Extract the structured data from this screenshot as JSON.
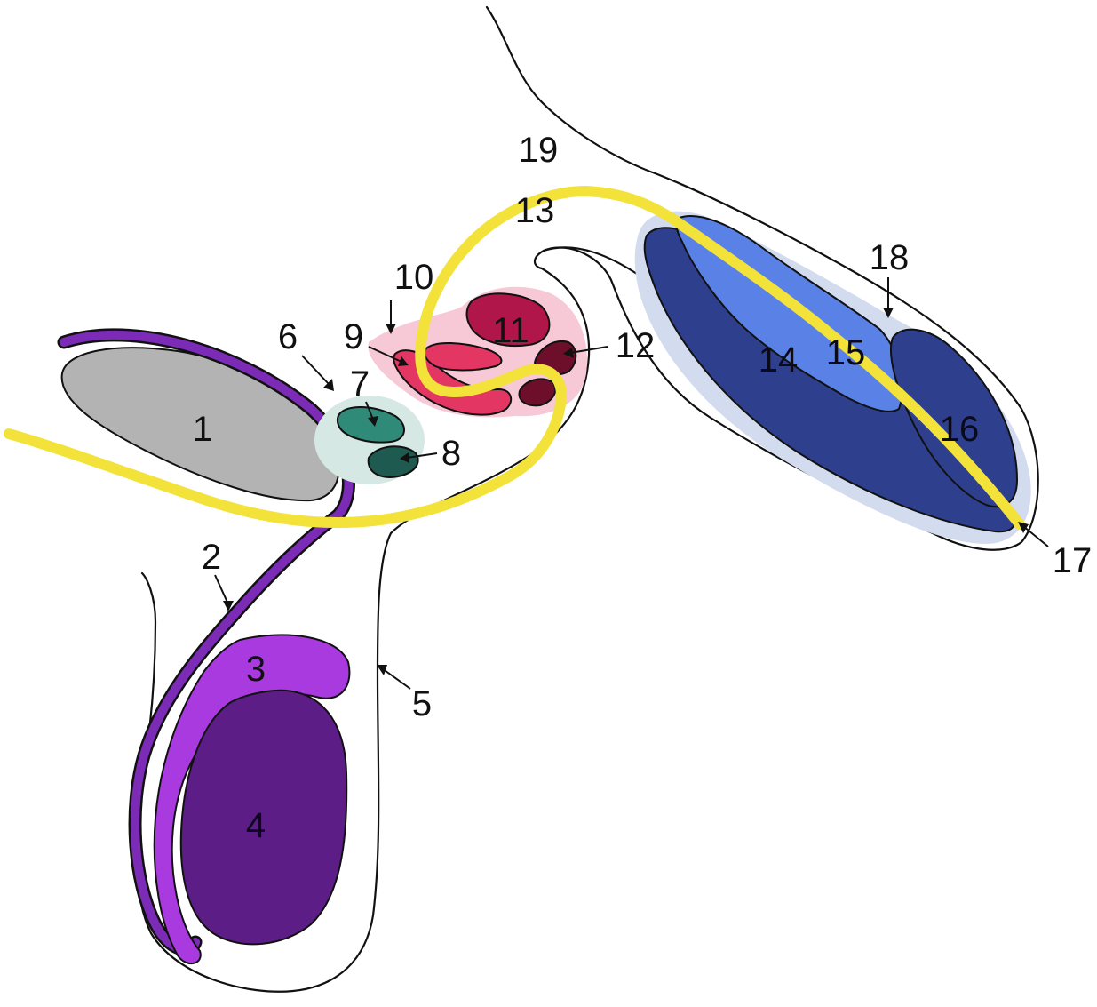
{
  "colors": {
    "background": "#ffffff",
    "outline": "#111111",
    "yellow_tract": "#f2e23a",
    "purple_duct": "#7b2bb5",
    "grey_organ": "#b3b3b3",
    "epididymis": "#a93ae0",
    "testis": "#5c1d86",
    "teal_halo": "#d6e8e3",
    "teal_light": "#2f8a78",
    "teal_dark": "#1e5a4f",
    "pink_halo": "#f7c9d6",
    "crimson": "#b0164a",
    "pink": "#e43663",
    "maroon": "#6d0f2a",
    "blue_halo": "#d3dbef",
    "blue_dark": "#2e3f8d",
    "blue_light": "#5a82e6"
  },
  "labels": [
    {
      "id": "1",
      "text": "1"
    },
    {
      "id": "2",
      "text": "2"
    },
    {
      "id": "3",
      "text": "3"
    },
    {
      "id": "4",
      "text": "4"
    },
    {
      "id": "5",
      "text": "5"
    },
    {
      "id": "6",
      "text": "6"
    },
    {
      "id": "7",
      "text": "7"
    },
    {
      "id": "8",
      "text": "8"
    },
    {
      "id": "9",
      "text": "9"
    },
    {
      "id": "10",
      "text": "10"
    },
    {
      "id": "11",
      "text": "11"
    },
    {
      "id": "12",
      "text": "12"
    },
    {
      "id": "13",
      "text": "13"
    },
    {
      "id": "14",
      "text": "14"
    },
    {
      "id": "15",
      "text": "15"
    },
    {
      "id": "16",
      "text": "16"
    },
    {
      "id": "17",
      "text": "17"
    },
    {
      "id": "18",
      "text": "18"
    },
    {
      "id": "19",
      "text": "19"
    }
  ]
}
